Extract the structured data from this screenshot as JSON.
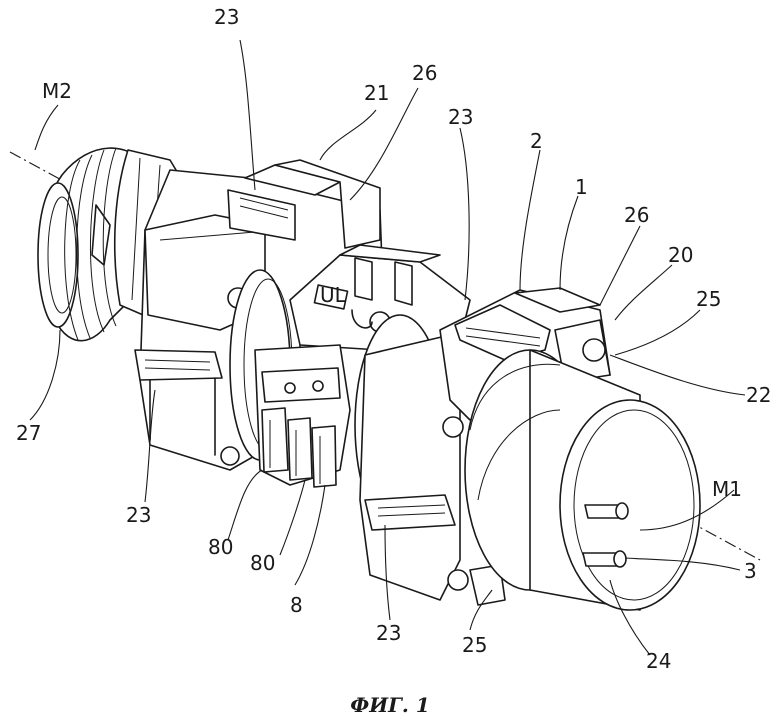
{
  "labels": {
    "l23a": "23",
    "l26a": "26",
    "l21": "21",
    "lM2": "M2",
    "l23b": "23",
    "l2": "2",
    "l1": "1",
    "l26b": "26",
    "l20": "20",
    "l25a": "25",
    "l22": "22",
    "l27": "27",
    "l23c": "23",
    "lM1": "M1",
    "l80a": "80",
    "l80b": "80",
    "l3": "3",
    "l8": "8",
    "l23d": "23",
    "l25b": "25",
    "l24": "24"
  },
  "caption": "ФИГ. 1"
}
